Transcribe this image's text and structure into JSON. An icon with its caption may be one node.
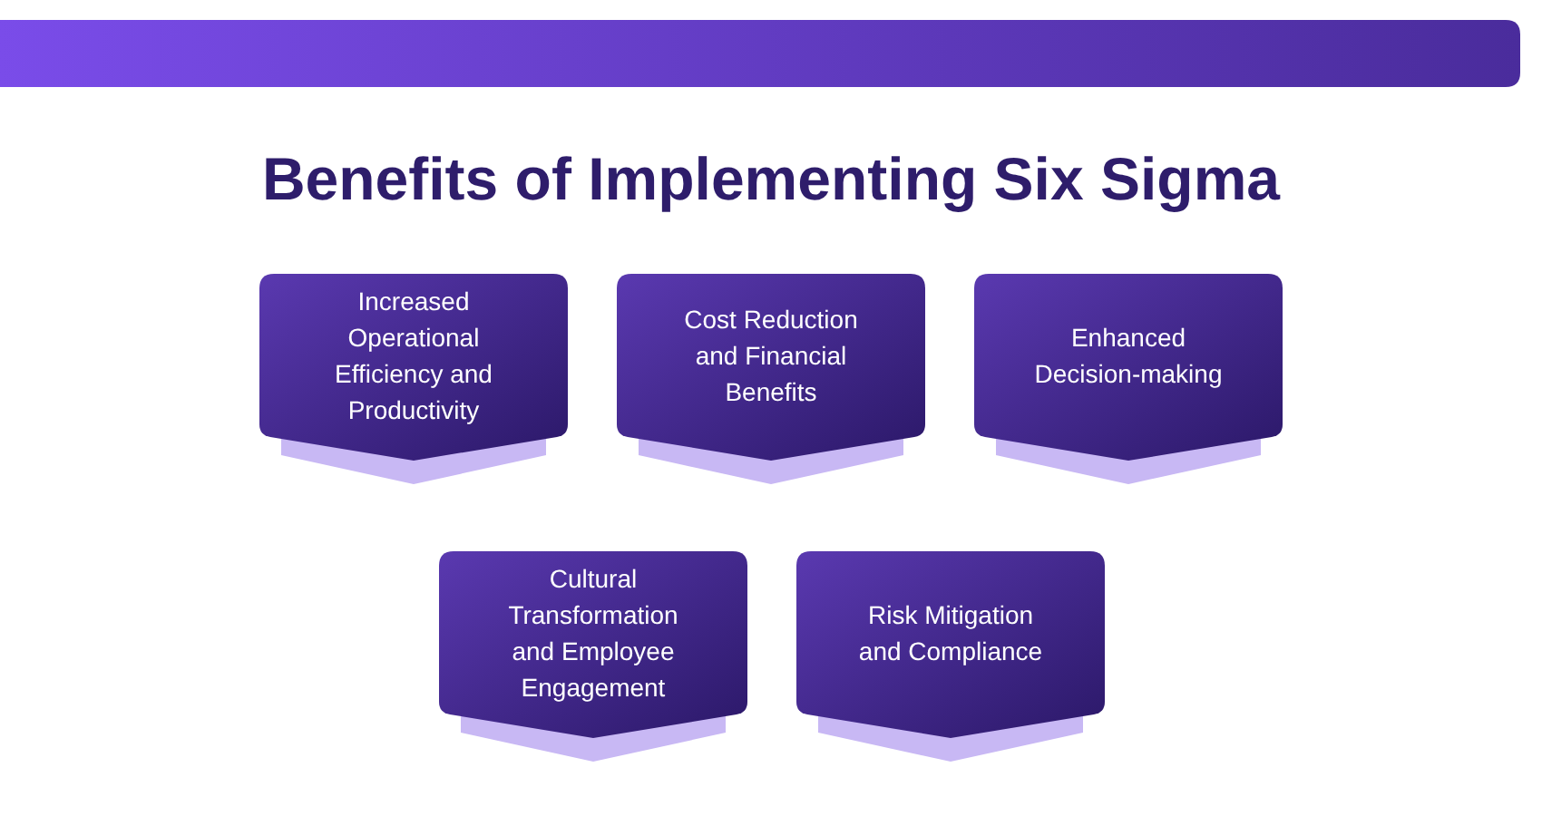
{
  "diagram": {
    "title": "Benefits of Implementing Six Sigma",
    "nodes": [
      {
        "text": [
          "Increased Operational Efficiency and Productivity"
        ]
      },
      {
        "text": [
          "Cost Reduction and Financial Benefits"
        ]
      },
      {
        "text": [
          "Enhanced Decision-making"
        ]
      },
      {
        "text": [
          "Cultural Transformation and Employee Engagement"
        ]
      },
      {
        "text": [
          "Risk Mitigation and Compliance"
        ]
      }
    ]
  }
}
